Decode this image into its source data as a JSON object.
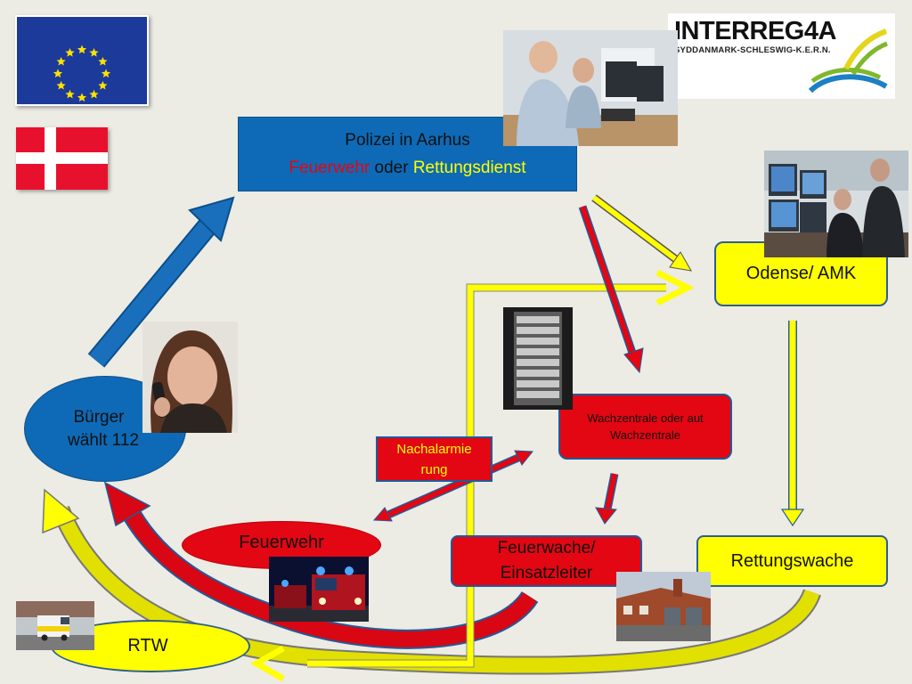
{
  "center": {
    "line1": "Polizei in Aarhus",
    "line2a": "Feuerwehr",
    "line2b": "oder",
    "line2c": "Rettungsdienst"
  },
  "odense": "Odense/ AMK",
  "wachzentrale": "Wachzentrale oder aut Wachzentrale",
  "buerger": {
    "line1": "Bürger",
    "line2": "wählt 112"
  },
  "nachalarmierung": {
    "line1": "Nachalarmie",
    "line2": "rung"
  },
  "feuerwehr": "Feuerwehr",
  "feuerwache": {
    "line1": "Feuerwache/",
    "line2": "Einsatzleiter"
  },
  "rettungswache": "Rettungswache",
  "rtw": "RTW",
  "logo": {
    "main": "INTERREG4A",
    "sub": "SYDDANMARK-SCHLESWIG-K.E.R.N."
  },
  "colors": {
    "blue": "#0e6ab6",
    "red": "#e30613",
    "yellow": "#ffff00",
    "background": "#ecebe4"
  }
}
